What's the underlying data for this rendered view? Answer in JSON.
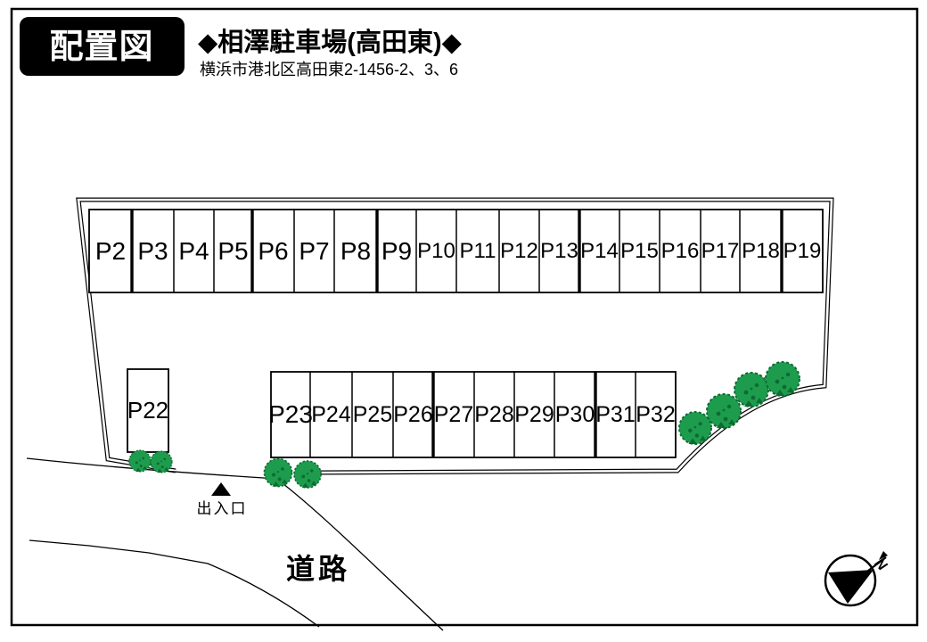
{
  "header": {
    "badge": "配置図",
    "title": "◆相澤駐車場(高田東)◆",
    "address": "横浜市港北区高田東2-1456-2、3、6"
  },
  "parking": {
    "top_row": [
      "P2",
      "P3",
      "P4",
      "P5",
      "P6",
      "P7",
      "P8",
      "P9",
      "P10",
      "P11",
      "P12",
      "P13",
      "P14",
      "P15",
      "P16",
      "P17",
      "P18",
      "P19"
    ],
    "single": "P22",
    "bottom_row": [
      "P23",
      "P24",
      "P25",
      "P26",
      "P27",
      "P28",
      "P29",
      "P30",
      "P31",
      "P32"
    ]
  },
  "labels": {
    "entrance": "出入口",
    "road": "道路",
    "north": "N"
  },
  "colors": {
    "ink": "#000000",
    "tree_green": "#1e9c4e",
    "tree_dark": "#0c6c31"
  }
}
